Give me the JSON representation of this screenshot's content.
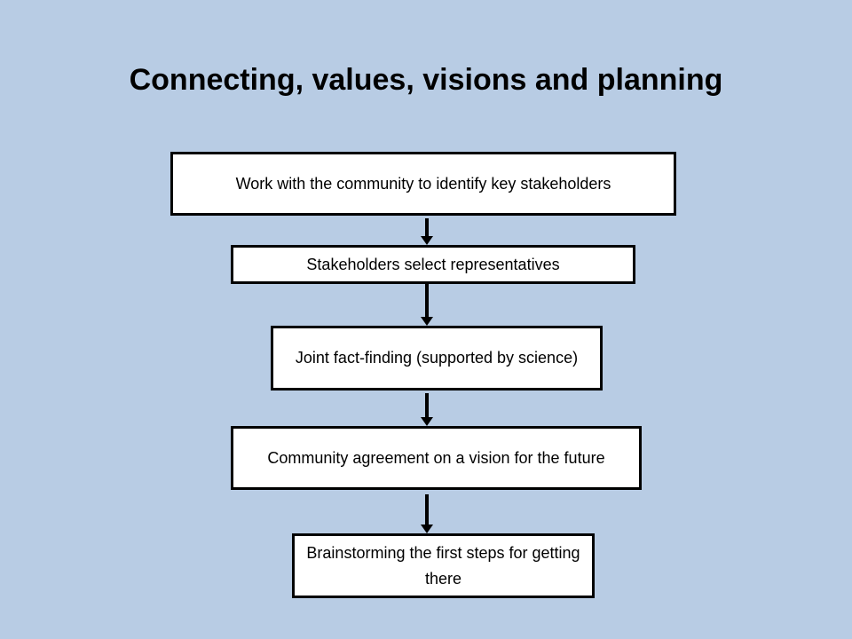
{
  "slide": {
    "title": "Connecting, values, visions and planning",
    "steps": [
      {
        "text": "Work with the community to identify key stakeholders"
      },
      {
        "text": "Stakeholders select representatives"
      },
      {
        "text": "Joint fact-finding (supported by science)"
      },
      {
        "text": "Community agreement on a vision for the future"
      },
      {
        "text": "Brainstorming the first steps for getting there"
      }
    ]
  },
  "colors": {
    "background": "#b8cce4",
    "box_fill": "#ffffff",
    "box_border": "#000000",
    "arrow": "#000000"
  }
}
